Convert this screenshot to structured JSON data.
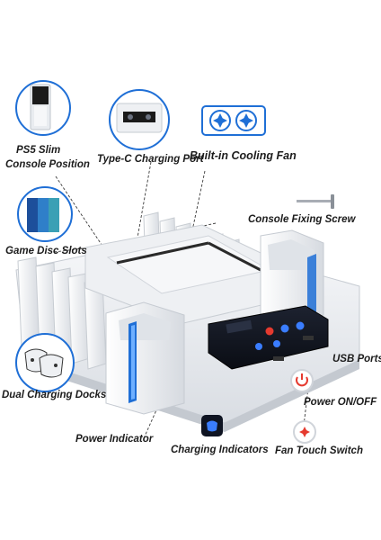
{
  "labels": {
    "ps5_slim": "PS5 Slim",
    "console_position": "Console Position",
    "type_c_port": "Type-C Charging Port",
    "cooling_fan": "Built-in Cooling Fan",
    "fixing_screw": "Console Fixing Screw",
    "game_disc_slots": "Game Disc Slots",
    "usb_ports": "USB Ports",
    "dual_charging_docks": "Dual Charging Docks",
    "power_on_off": "Power ON/OFF",
    "power_indicator": "Power Indicator",
    "charging_indicators": "Charging Indicators",
    "fan_touch_switch": "Fan Touch Switch"
  },
  "icons": [
    "ps5-console-icon",
    "type-c-port-closeup-icon",
    "cooling-fan-icon",
    "fixing-screw-icon",
    "game-disc-icon",
    "controller-icon",
    "power-button-icon",
    "charging-indicator-icon",
    "fan-switch-icon"
  ],
  "colors": {
    "accent_blue": "#1f6fd6",
    "leader_line": "#333333",
    "power_red": "#e53a2f"
  }
}
